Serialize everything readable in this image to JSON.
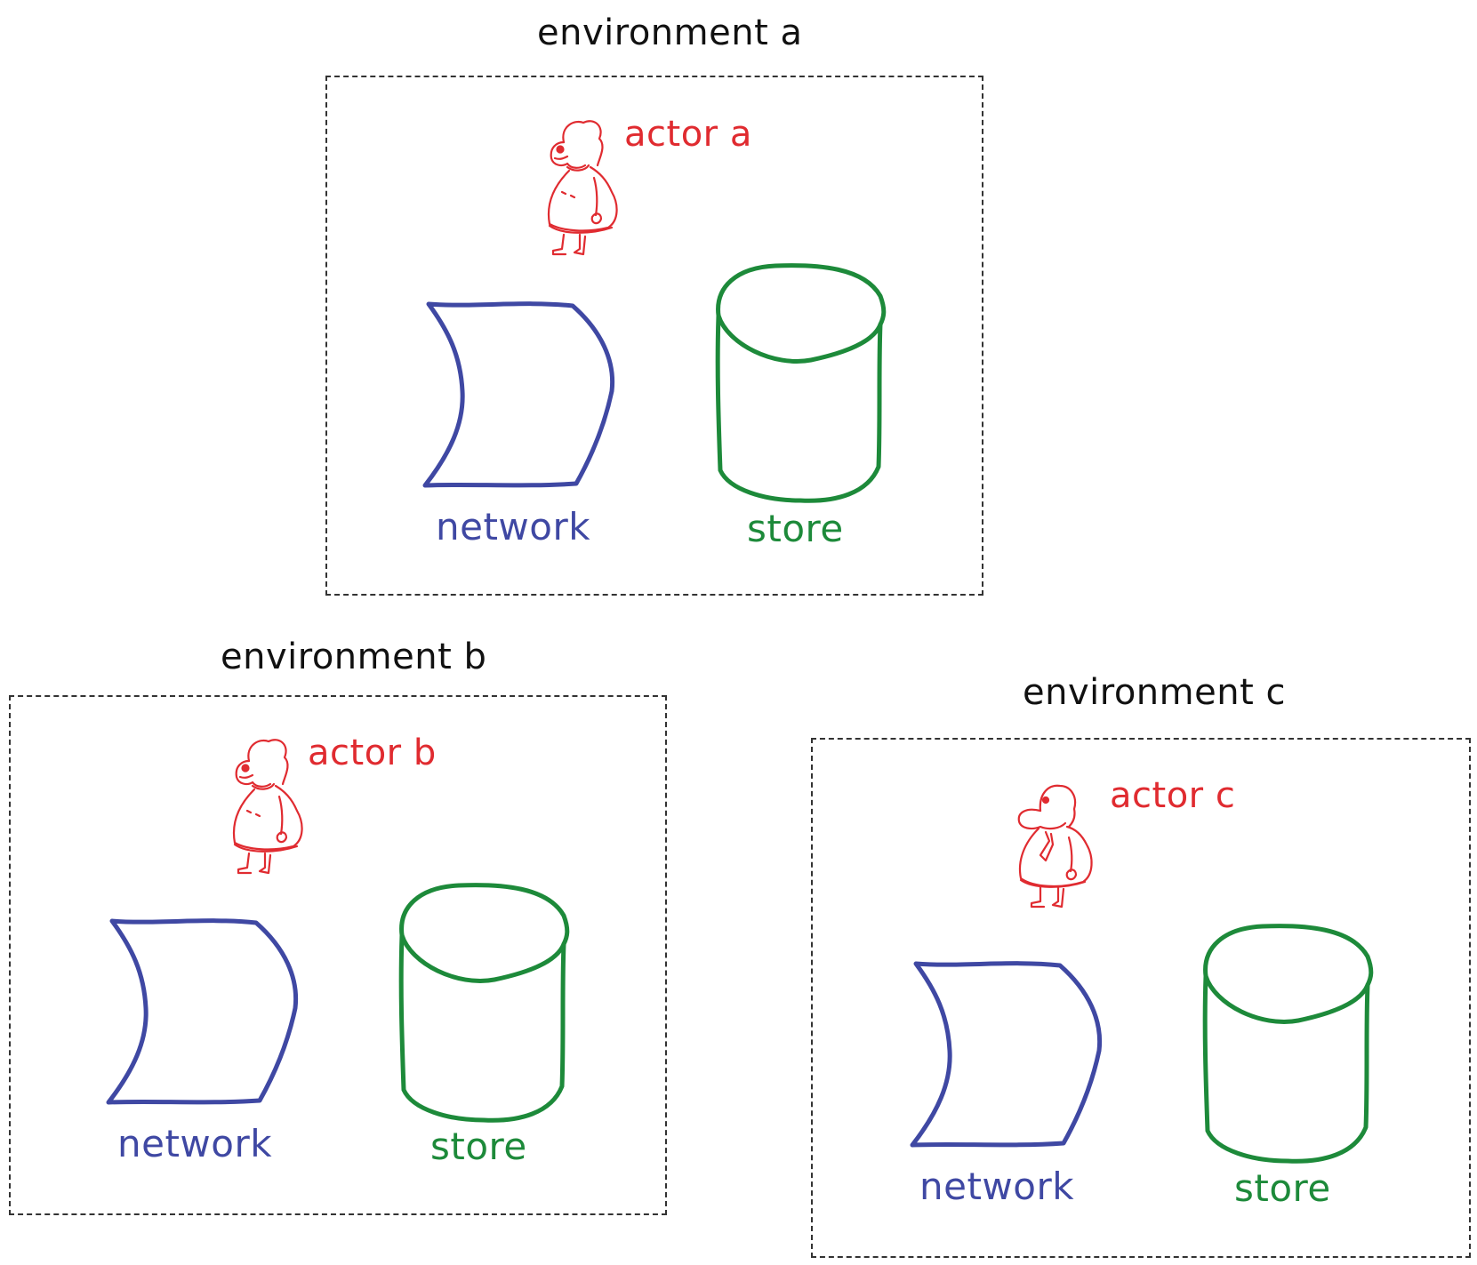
{
  "colors": {
    "actor": "#e02b30",
    "network": "#3f48a3",
    "store": "#1d8a3a",
    "border": "#333333",
    "title": "#111111"
  },
  "environments": [
    {
      "title": "environment a",
      "actor": {
        "label": "actor a",
        "figure": "woman-figure-icon"
      },
      "network": {
        "label": "network"
      },
      "store": {
        "label": "store"
      }
    },
    {
      "title": "environment b",
      "actor": {
        "label": "actor b",
        "figure": "woman-figure-icon"
      },
      "network": {
        "label": "network"
      },
      "store": {
        "label": "store"
      }
    },
    {
      "title": "environment c",
      "actor": {
        "label": "actor c",
        "figure": "man-figure-icon"
      },
      "network": {
        "label": "network"
      },
      "store": {
        "label": "store"
      }
    }
  ]
}
